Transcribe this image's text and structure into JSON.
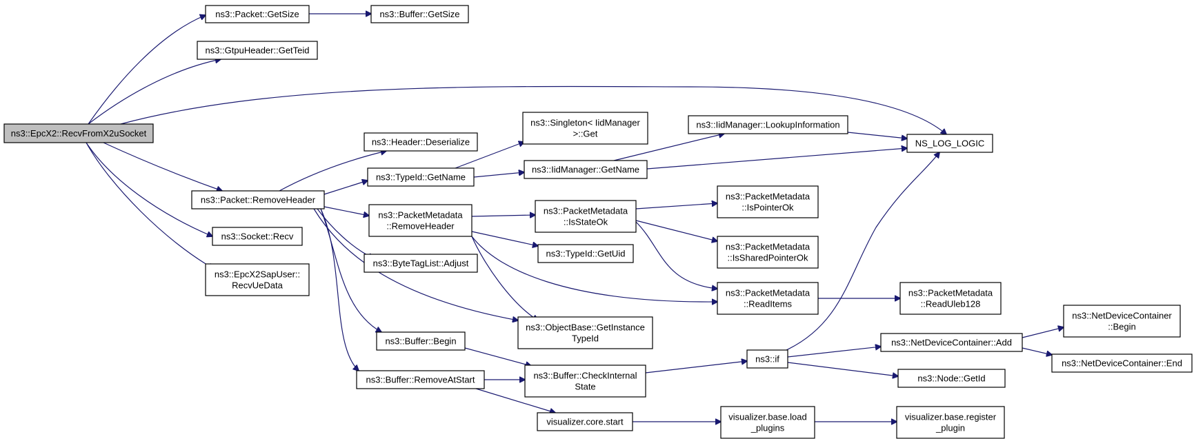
{
  "colors": {
    "edge": "#191970",
    "root_fill": "#bfbfbf",
    "node_fill": "#ffffff",
    "node_border": "#000000"
  },
  "nodes": [
    {
      "id": "recv_from_x2u",
      "lines": [
        "ns3::EpcX2::RecvFromX2uSocket"
      ],
      "root": true
    },
    {
      "id": "packet_getsize",
      "lines": [
        "ns3::Packet::GetSize"
      ]
    },
    {
      "id": "buffer_getsize",
      "lines": [
        "ns3::Buffer::GetSize"
      ]
    },
    {
      "id": "gtpu_getteid",
      "lines": [
        "ns3::GtpuHeader::GetTeid"
      ]
    },
    {
      "id": "ns_log_logic",
      "lines": [
        "NS_LOG_LOGIC"
      ]
    },
    {
      "id": "packet_removeheader",
      "lines": [
        "ns3::Packet::RemoveHeader"
      ]
    },
    {
      "id": "socket_recv",
      "lines": [
        "ns3::Socket::Recv"
      ]
    },
    {
      "id": "x2sapuser_recvuedata",
      "lines": [
        "ns3::EpcX2SapUser::",
        "RecvUeData"
      ]
    },
    {
      "id": "header_deserialize",
      "lines": [
        "ns3::Header::Deserialize"
      ]
    },
    {
      "id": "typeid_getname",
      "lines": [
        "ns3::TypeId::GetName"
      ]
    },
    {
      "id": "pm_removeheader",
      "lines": [
        "ns3::PacketMetadata",
        "::RemoveHeader"
      ]
    },
    {
      "id": "bytetaglist_adjust",
      "lines": [
        "ns3::ByteTagList::Adjust"
      ]
    },
    {
      "id": "objectbase_getinstance",
      "lines": [
        "ns3::ObjectBase::GetInstance",
        "TypeId"
      ]
    },
    {
      "id": "buffer_begin",
      "lines": [
        "ns3::Buffer::Begin"
      ]
    },
    {
      "id": "buffer_removeatstart",
      "lines": [
        "ns3::Buffer::RemoveAtStart"
      ]
    },
    {
      "id": "singleton_get",
      "lines": [
        "ns3::Singleton< IidManager",
        " >::Get"
      ]
    },
    {
      "id": "iidmanager_getname",
      "lines": [
        "ns3::IidManager::GetName"
      ]
    },
    {
      "id": "pm_isstateok",
      "lines": [
        "ns3::PacketMetadata",
        "::IsStateOk"
      ]
    },
    {
      "id": "typeid_getuid",
      "lines": [
        "ns3::TypeId::GetUid"
      ]
    },
    {
      "id": "buffer_checkinternal",
      "lines": [
        "ns3::Buffer::CheckInternal",
        "State"
      ]
    },
    {
      "id": "viz_core_start",
      "lines": [
        "visualizer.core.start"
      ]
    },
    {
      "id": "iidmanager_lookup",
      "lines": [
        "ns3::IidManager::LookupInformation"
      ]
    },
    {
      "id": "pm_ispointerok",
      "lines": [
        "ns3::PacketMetadata",
        "::IsPointerOk"
      ]
    },
    {
      "id": "pm_issharedpointerok",
      "lines": [
        "ns3::PacketMetadata",
        "::IsSharedPointerOk"
      ]
    },
    {
      "id": "pm_readitems",
      "lines": [
        "ns3::PacketMetadata",
        "::ReadItems"
      ]
    },
    {
      "id": "ns3_if",
      "lines": [
        "ns3::if"
      ]
    },
    {
      "id": "viz_load_plugins",
      "lines": [
        "visualizer.base.load",
        "_plugins"
      ]
    },
    {
      "id": "pm_readuleb128",
      "lines": [
        "ns3::PacketMetadata",
        "::ReadUleb128"
      ]
    },
    {
      "id": "ndc_add",
      "lines": [
        "ns3::NetDeviceContainer::Add"
      ]
    },
    {
      "id": "node_getid",
      "lines": [
        "ns3::Node::GetId"
      ]
    },
    {
      "id": "viz_register_plugin",
      "lines": [
        "visualizer.base.register",
        "_plugin"
      ]
    },
    {
      "id": "ndc_begin",
      "lines": [
        "ns3::NetDeviceContainer",
        "::Begin"
      ]
    },
    {
      "id": "ndc_end",
      "lines": [
        "ns3::NetDeviceContainer::End"
      ]
    }
  ],
  "edges": [
    {
      "from": "recv_from_x2u",
      "to": "packet_getsize"
    },
    {
      "from": "packet_getsize",
      "to": "buffer_getsize"
    },
    {
      "from": "recv_from_x2u",
      "to": "gtpu_getteid"
    },
    {
      "from": "recv_from_x2u",
      "to": "ns_log_logic"
    },
    {
      "from": "recv_from_x2u",
      "to": "packet_removeheader"
    },
    {
      "from": "recv_from_x2u",
      "to": "socket_recv"
    },
    {
      "from": "recv_from_x2u",
      "to": "x2sapuser_recvuedata"
    },
    {
      "from": "packet_removeheader",
      "to": "header_deserialize"
    },
    {
      "from": "packet_removeheader",
      "to": "typeid_getname"
    },
    {
      "from": "packet_removeheader",
      "to": "pm_removeheader"
    },
    {
      "from": "packet_removeheader",
      "to": "bytetaglist_adjust"
    },
    {
      "from": "packet_removeheader",
      "to": "objectbase_getinstance"
    },
    {
      "from": "packet_removeheader",
      "to": "buffer_begin"
    },
    {
      "from": "packet_removeheader",
      "to": "buffer_removeatstart"
    },
    {
      "from": "typeid_getname",
      "to": "singleton_get"
    },
    {
      "from": "typeid_getname",
      "to": "iidmanager_getname"
    },
    {
      "from": "iidmanager_getname",
      "to": "iidmanager_lookup"
    },
    {
      "from": "iidmanager_getname",
      "to": "ns_log_logic"
    },
    {
      "from": "iidmanager_lookup",
      "to": "ns_log_logic"
    },
    {
      "from": "pm_removeheader",
      "to": "pm_isstateok"
    },
    {
      "from": "pm_removeheader",
      "to": "typeid_getuid"
    },
    {
      "from": "pm_removeheader",
      "to": "pm_readitems"
    },
    {
      "from": "pm_removeheader",
      "to": "objectbase_getinstance"
    },
    {
      "from": "pm_isstateok",
      "to": "pm_ispointerok"
    },
    {
      "from": "pm_isstateok",
      "to": "pm_issharedpointerok"
    },
    {
      "from": "pm_isstateok",
      "to": "pm_readitems"
    },
    {
      "from": "pm_readitems",
      "to": "pm_readuleb128"
    },
    {
      "from": "buffer_begin",
      "to": "buffer_checkinternal"
    },
    {
      "from": "buffer_removeatstart",
      "to": "buffer_checkinternal"
    },
    {
      "from": "buffer_removeatstart",
      "to": "viz_core_start"
    },
    {
      "from": "buffer_checkinternal",
      "to": "ns3_if"
    },
    {
      "from": "ns3_if",
      "to": "ns_log_logic"
    },
    {
      "from": "ns3_if",
      "to": "ndc_add"
    },
    {
      "from": "ns3_if",
      "to": "node_getid"
    },
    {
      "from": "ndc_add",
      "to": "ndc_begin"
    },
    {
      "from": "ndc_add",
      "to": "ndc_end"
    },
    {
      "from": "viz_core_start",
      "to": "viz_load_plugins"
    },
    {
      "from": "viz_load_plugins",
      "to": "viz_register_plugin"
    }
  ]
}
